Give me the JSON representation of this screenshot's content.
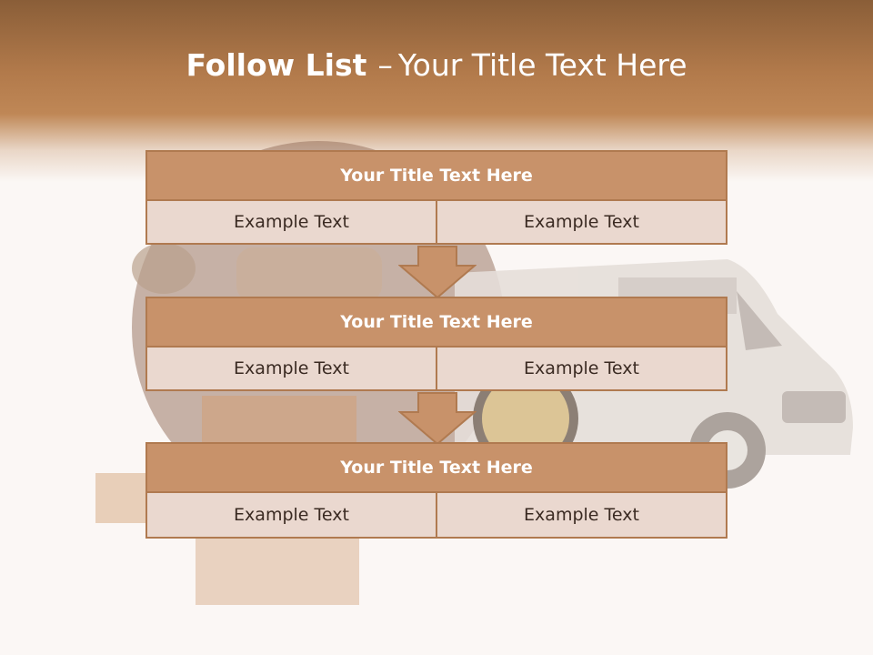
{
  "header": {
    "title_bold": "Follow List",
    "separator": "–",
    "title_rest": "Your Title Text Here"
  },
  "steps": [
    {
      "title": "Your Title Text Here",
      "left": "Example Text",
      "right": "Example Text"
    },
    {
      "title": "Your Title Text Here",
      "left": "Example Text",
      "right": "Example Text"
    },
    {
      "title": "Your Title Text Here",
      "left": "Example Text",
      "right": "Example Text"
    }
  ],
  "colors": {
    "header_band": "#bf8756",
    "title_box": "#c8926a",
    "cell": "#ead8cf",
    "border": "#b07a50"
  }
}
